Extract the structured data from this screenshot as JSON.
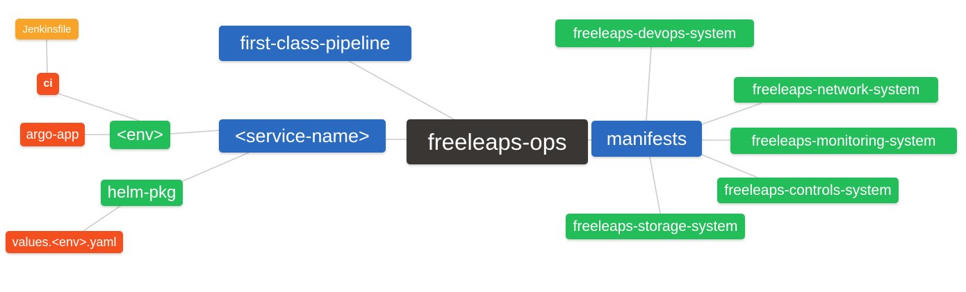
{
  "palette": {
    "blue": "#2a6ac1",
    "green": "#23bd5a",
    "orange": "#f7a428",
    "red": "#f34f1f",
    "dark": "#3a3633",
    "edge": "#cccccc",
    "text": "#ffffff",
    "background": "#ffffff"
  },
  "mindmap": {
    "root": {
      "label": "freeleaps-ops"
    },
    "nodes": {
      "jenkinsfile": {
        "label": "Jenkinsfile"
      },
      "ci": {
        "label": "ci"
      },
      "argo_app": {
        "label": "argo-app"
      },
      "env": {
        "label": "<env>"
      },
      "helm_pkg": {
        "label": "helm-pkg"
      },
      "values_env_yaml": {
        "label": "values.<env>.yaml"
      },
      "first_class_pipeline": {
        "label": "first-class-pipeline"
      },
      "service_name": {
        "label": "<service-name>"
      },
      "manifests": {
        "label": "manifests"
      },
      "devops_system": {
        "label": "freeleaps-devops-system"
      },
      "network_system": {
        "label": "freeleaps-network-system"
      },
      "monitoring_system": {
        "label": "freeleaps-monitoring-system"
      },
      "controls_system": {
        "label": "freeleaps-controls-system"
      },
      "storage_system": {
        "label": "freeleaps-storage-system"
      }
    }
  }
}
